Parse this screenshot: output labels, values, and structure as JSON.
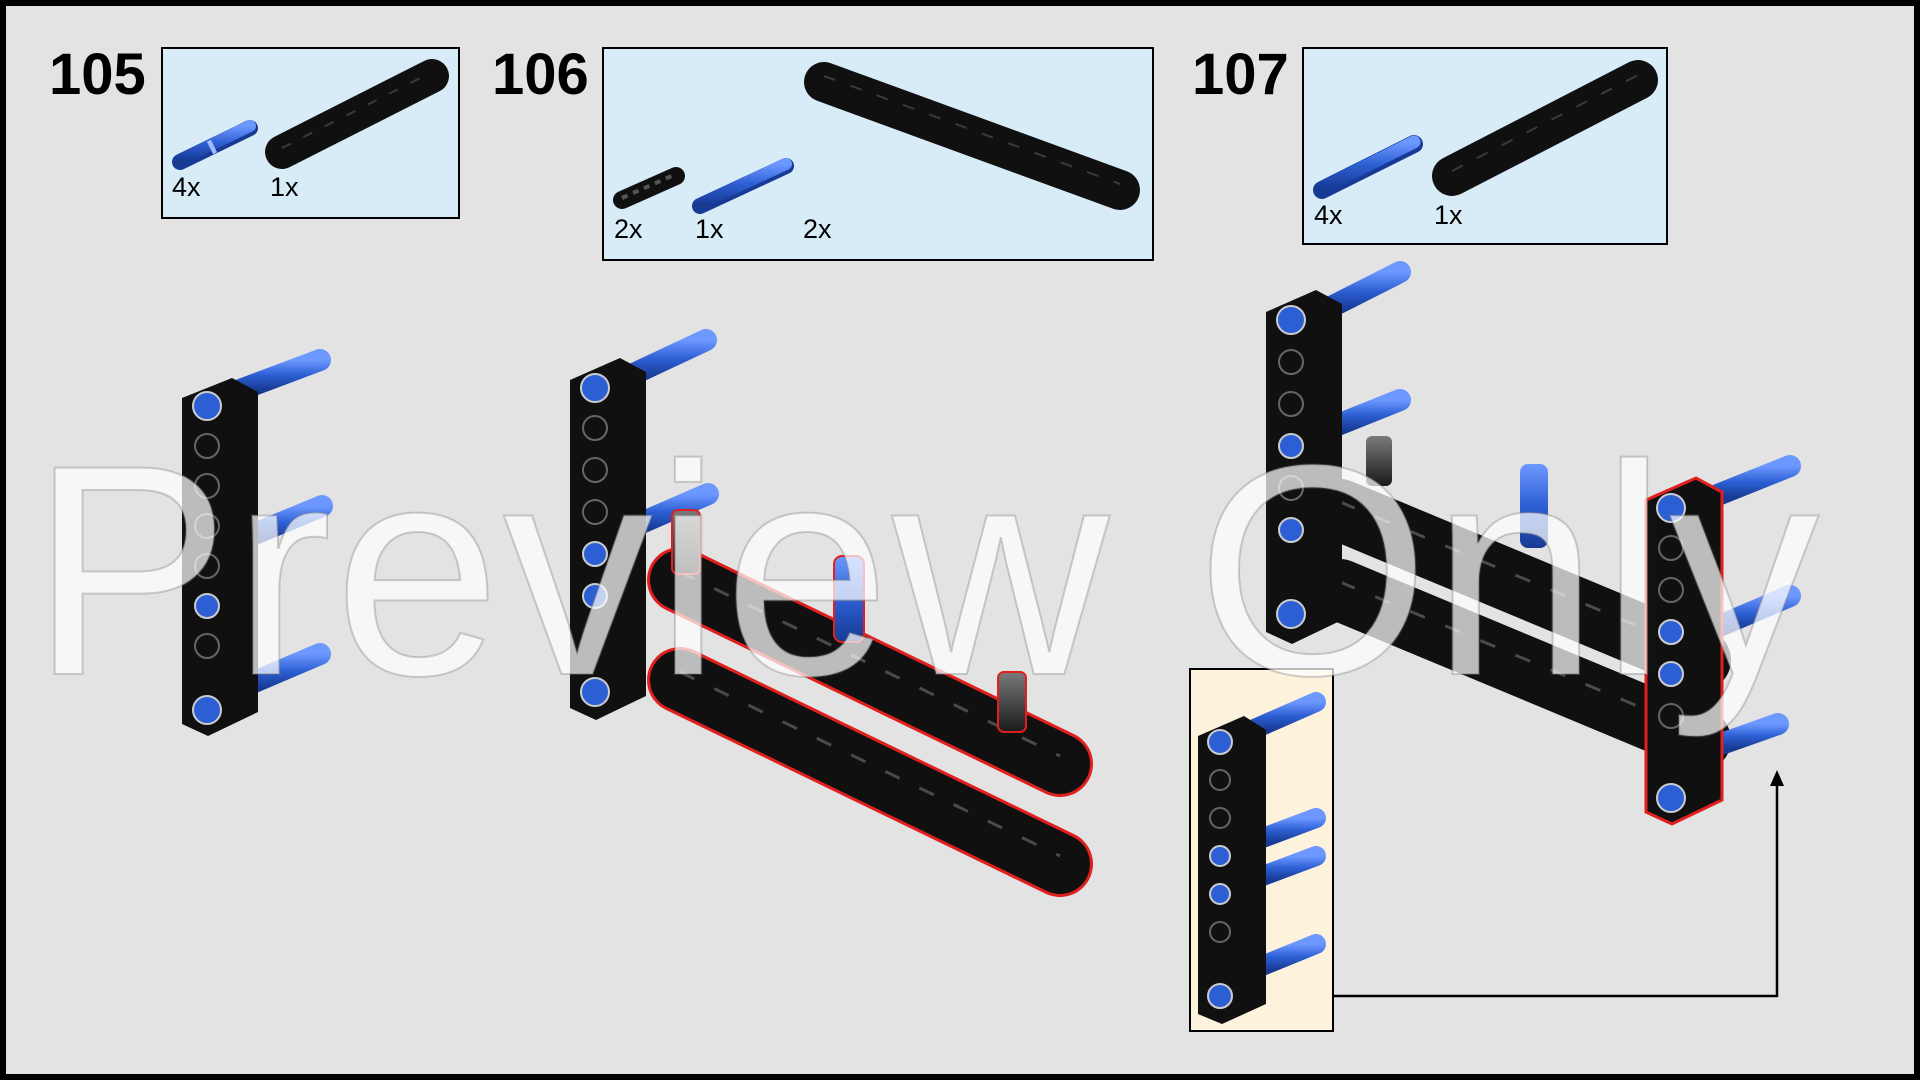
{
  "steps": [
    {
      "number": "105",
      "parts": [
        {
          "qty": "4x",
          "icon": "blue-pin-icon"
        },
        {
          "qty": "1x",
          "icon": "black-beam-7-icon"
        }
      ]
    },
    {
      "number": "106",
      "parts": [
        {
          "qty": "2x",
          "icon": "black-pin-icon"
        },
        {
          "qty": "1x",
          "icon": "blue-pin-icon"
        },
        {
          "qty": "2x",
          "icon": "black-beam-11-icon"
        }
      ]
    },
    {
      "number": "107",
      "parts": [
        {
          "qty": "4x",
          "icon": "blue-pin-icon"
        },
        {
          "qty": "1x",
          "icon": "black-beam-7-icon"
        }
      ]
    }
  ],
  "watermark": "Preview Only",
  "colors": {
    "background": "#e3e3e3",
    "parts_box": "#d8ecf8",
    "subassembly_box": "#fdf2dc",
    "beam": "#101010",
    "pin_blue": "#2d5fd4",
    "highlight": "#e0201e"
  }
}
